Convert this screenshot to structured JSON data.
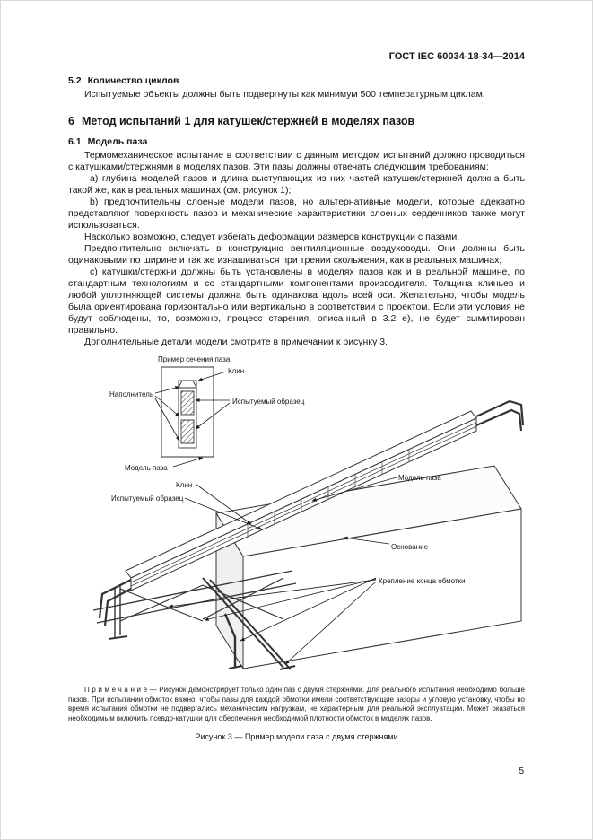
{
  "header": {
    "doc_number": "ГОСТ IEC 60034-18-34—2014"
  },
  "content": {
    "s52": {
      "num": "5.2",
      "text": "Количество циклов"
    },
    "s52_body": "Испытуемые объекты должны быть подвергнуты как минимум 500 температурным циклам.",
    "s6": {
      "num": "6",
      "text": "Метод испытаний 1 для катушек/стержней в моделях пазов"
    },
    "s61": {
      "num": "6.1",
      "text": "Модель паза"
    },
    "p_intro": "Термомеханическое испытание в соответствии с данным методом испытаний должно проводиться с катушками/стержнями в моделях пазов. Эти пазы должны отвечать следующим требованиям:",
    "item_a": "a) глубина моделей пазов и длина выступающих из них частей катушек/стержней должна быть такой же, как в реальных машинах (см. рисунок 1);",
    "item_b": "b) предпочтительны слоеные модели пазов, но альтернативные модели, которые адекватно представляют поверхность пазов и механические характеристики слоеных сердечников также могут использоваться.",
    "p_deform": "Насколько возможно, следует избегать деформации размеров конструкции с пазами.",
    "p_vent": "Предпочтительно включать в конструкцию вентиляционные воздуховоды. Они должны быть одинаковыми по ширине и так же изнашиваться при трении скольжения, как в реальных машинах;",
    "item_c": "c) катушки/стержни должны быть установлены в моделях пазов как и в реальной машине, по стандартным технологиям и со стандартными компонентами производителя. Толщина клиньев и любой уплотняющей системы должна быть одинакова вдоль всей оси. Желательно, чтобы модель была ориентирована горизонтально или вертикально в соответствии с проектом. Если эти условия не будут соблюдены, то, возможно, процесс старения, описанный в 3.2 e), не будет сымитирован правильно.",
    "p_details": "Дополнительные детали модели смотрите в примечании к рисунку 3."
  },
  "figure": {
    "labels": {
      "section_example": "Пример сечения паза",
      "wedge_inset": "Клин",
      "filler": "Наполнитель",
      "specimen_inset": "Испытуемый образец",
      "slot_model_inset": "Модель паза",
      "wedge_main": "Клин",
      "specimen_main": "Испытуемый образец",
      "slot_model_main": "Модель паза",
      "base": "Основание",
      "winding_end_fixing": "Крепление конца обмотки"
    },
    "note": "П р и м е ч а н и е — Рисунок демонстрирует только один паз с двумя стержнями. Для реального испытания необходимо больше пазов. При испытании обмоток важно, чтобы пазы для каждой обмотки имели соответствующие зазоры и угловую установку, чтобы во время испытания обмотки не подвергались механическим нагрузкам, не характерным для реальной эксплуатации. Может оказаться необходимым включить псевдо-катушки для обеспечения необходимой плотности обмоток в моделях пазов.",
    "caption": "Рисунок 3 — Пример модели паза с двумя стержнями"
  },
  "footer": {
    "page_number": "5"
  }
}
